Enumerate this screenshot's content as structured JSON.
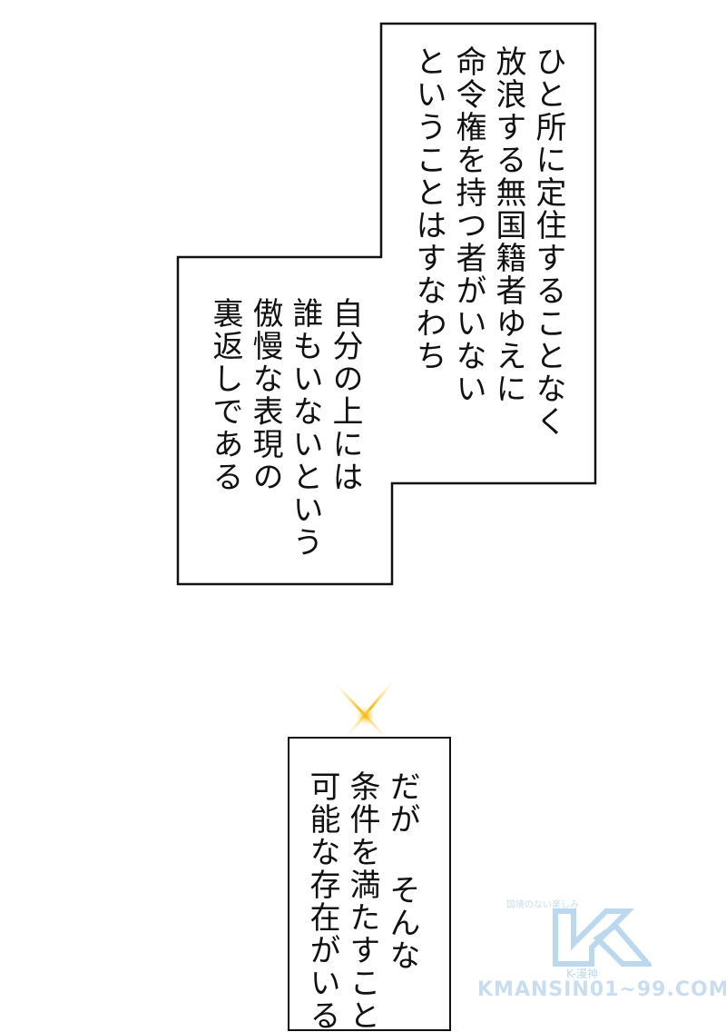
{
  "panels": [
    {
      "lines": [
        "ひと所に定住することなく",
        "放浪する無国籍者ゆえに",
        "命令権を持つ者がいない",
        "ということはすなわち"
      ]
    },
    {
      "lines": [
        "自分の上には",
        "誰もいないという",
        "傲慢な表現の",
        "裏返しである"
      ]
    },
    {
      "lines": [
        "だが そんな",
        "条件を満たすこと",
        "可能な存在がいる"
      ]
    }
  ],
  "decorations": {
    "sparkle_color": "#f5b800",
    "star_icon": "sparkle-icon"
  },
  "watermark": {
    "tagline": "国境のない楽しみ",
    "logo_letter": "K",
    "subtitle": "K-漫神",
    "url": "KMANSIN01~99.COM",
    "color": "#bcd8ee"
  }
}
